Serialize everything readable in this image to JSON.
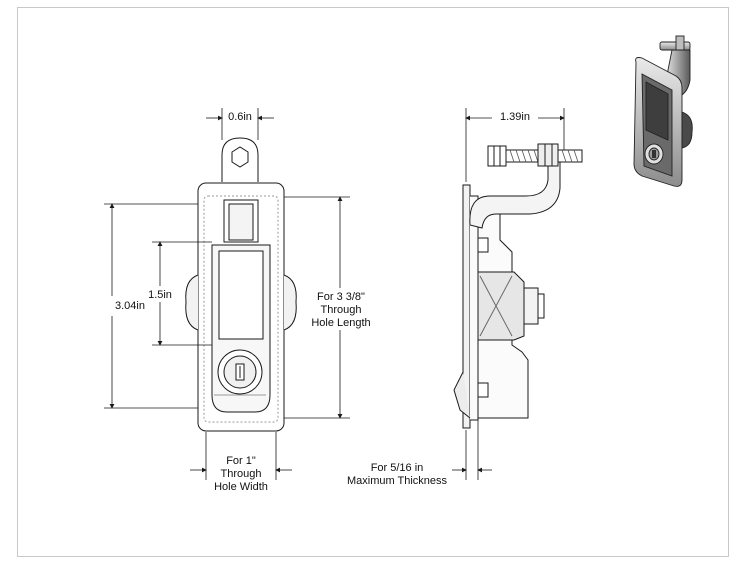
{
  "dimensions": {
    "top_width": "0.6in",
    "overall_height": "3.04in",
    "handle_height": "1.5in",
    "hole_length": [
      "For 3 3/8\"",
      "Through",
      "Hole Length"
    ],
    "hole_width": [
      "For 1\"",
      "Through",
      "Hole Width"
    ],
    "side_width": "1.39in",
    "thickness": [
      "For 5/16 in",
      "Maximum Thickness"
    ]
  },
  "colors": {
    "line": "#1a1a1a",
    "frame": "#c8c8c8",
    "metal_light": "#e6e6e6",
    "metal_mid": "#b5b5b5",
    "metal_dark": "#5a5a5a"
  }
}
